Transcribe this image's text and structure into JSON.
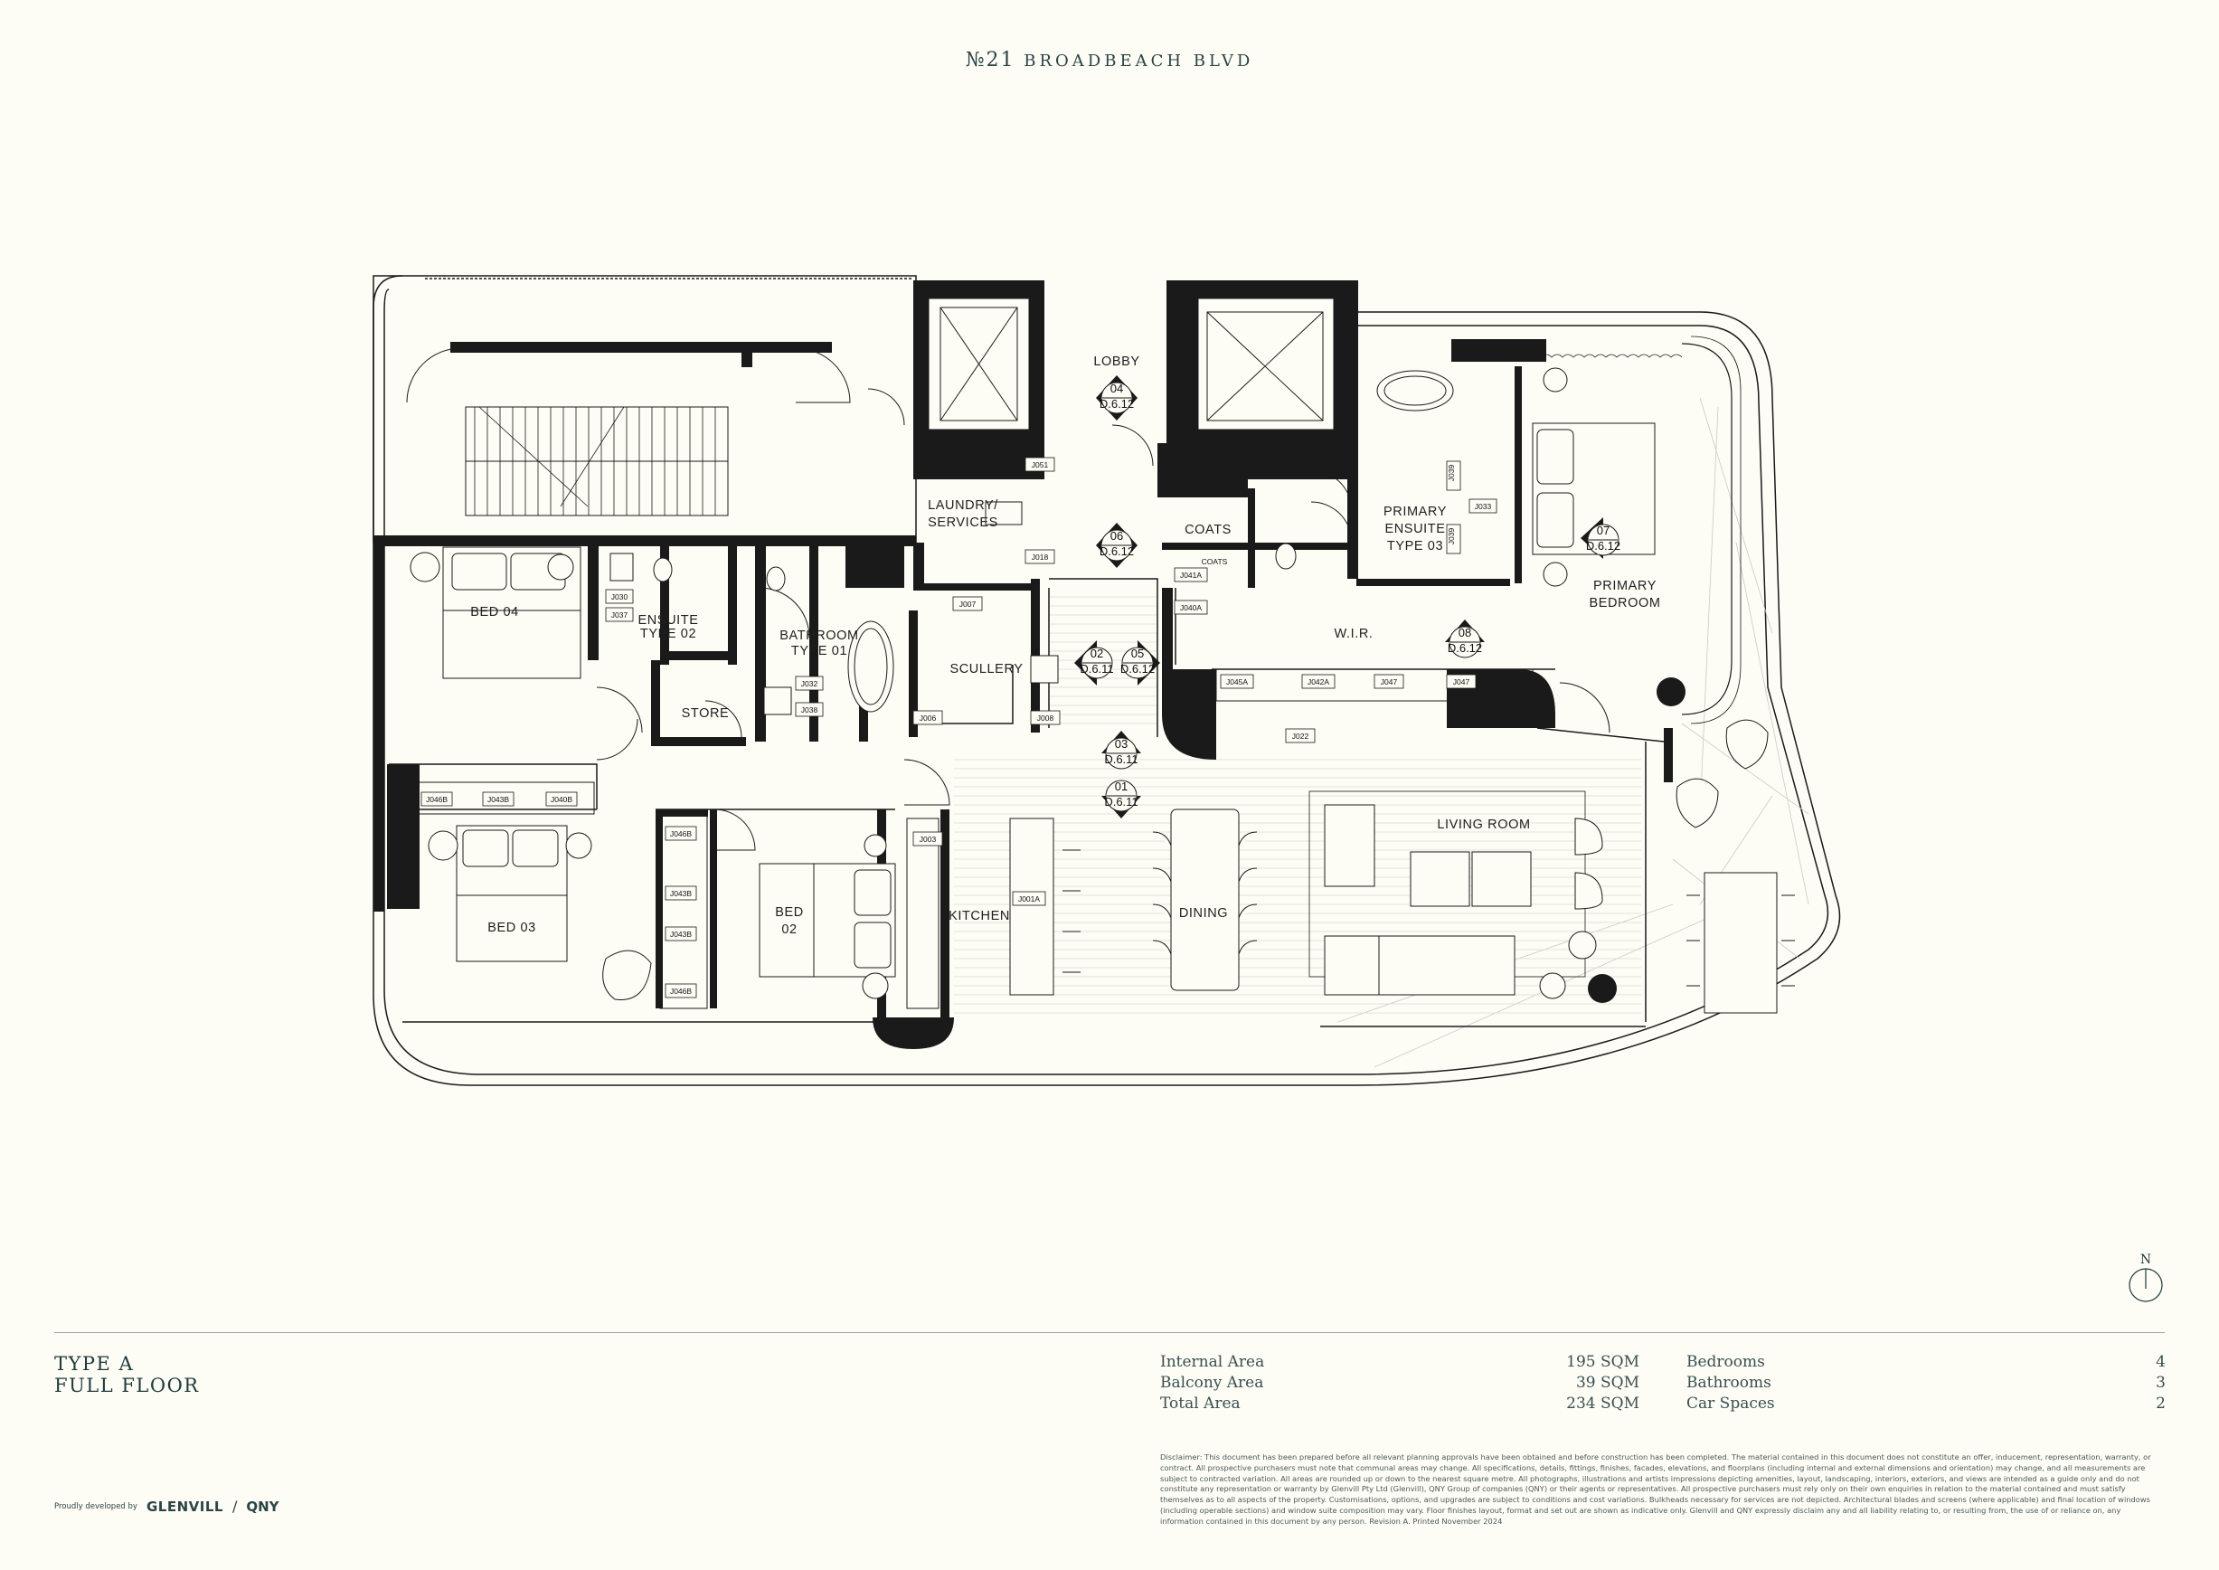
{
  "header": {
    "prefix": "№21",
    "title": "BROADBEACH BLVD"
  },
  "plan": {
    "rooms": {
      "lobby": "LOBBY",
      "laundry_1": "LAUNDRY/",
      "laundry_2": "SERVICES",
      "coats": "COATS",
      "coats_small": "COATS",
      "primary_ensuite_1": "PRIMARY",
      "primary_ensuite_2": "ENSUITE",
      "primary_ensuite_3": "TYPE 03",
      "primary_bedroom_1": "PRIMARY",
      "primary_bedroom_2": "BEDROOM",
      "wir": "W.I.R.",
      "bed04": "BED 04",
      "ensuite2_1": "ENSUITE",
      "ensuite2_2": "TYPE 02",
      "bathroom_1": "BATHROOM",
      "bathroom_2": "TYPE 01",
      "store": "STORE",
      "scullery": "SCULLERY",
      "bed03": "BED 03",
      "bed02_1": "BED",
      "bed02_2": "02",
      "kitchen": "KITCHEN",
      "dining": "DINING",
      "living": "LIVING ROOM"
    },
    "view_refs": {
      "v04_num": "04",
      "v04_sheet": "D.6.12",
      "v06_num": "06",
      "v06_sheet": "D.6.12",
      "v02_num": "02",
      "v02_sheet": "D.6.11",
      "v05_num": "05",
      "v05_sheet": "D.6.12",
      "v03_num": "03",
      "v03_sheet": "D.6.11",
      "v01_num": "01",
      "v01_sheet": "D.6.11",
      "v07_num": "07",
      "v07_sheet": "D.6.12",
      "v08_num": "08",
      "v08_sheet": "D.6.12"
    },
    "tags": {
      "t_j051": "J051",
      "t_j018": "J018",
      "t_j007": "J007",
      "t_j006": "J006",
      "t_j008": "J008",
      "t_j030": "J030",
      "t_j037": "J037",
      "t_j032": "J032",
      "t_j038": "J038",
      "t_j041a": "J041A",
      "t_j040a": "J040A",
      "t_j045a": "J045A",
      "t_j042a": "J042A",
      "t_j047a": "J047",
      "t_j047b": "J047",
      "t_j022": "J022",
      "t_j039a": "J039",
      "t_j033": "J033",
      "t_j039b": "J039",
      "t_j046b_a": "J046B",
      "t_j043b_a": "J043B",
      "t_j040b": "J040B",
      "t_j046b_b": "J046B",
      "t_j043b_b": "J043B",
      "t_j043b_c": "J043B",
      "t_j046b_c": "J046B",
      "t_j003": "J003",
      "t_j001a": "J001A"
    }
  },
  "summary": {
    "type_line1": "TYPE A",
    "type_line2": "FULL FLOOR",
    "areas": [
      {
        "label": "Internal Area",
        "value": "195 SQM"
      },
      {
        "label": "Balcony Area",
        "value": "39 SQM"
      },
      {
        "label": "Total Area",
        "value": "234 SQM"
      }
    ],
    "rooms": [
      {
        "label": "Bedrooms",
        "value": "4"
      },
      {
        "label": "Bathrooms",
        "value": "3"
      },
      {
        "label": "Car Spaces",
        "value": "2"
      }
    ]
  },
  "compass": {
    "label": "N"
  },
  "developer": {
    "prefix": "Proudly developed by",
    "name1": "GLENVILL",
    "separator": "/",
    "name2": "QNY"
  },
  "disclaimer": "Disclaimer: This document has been prepared before all relevant planning approvals have been obtained and before construction has been completed. The material contained in this document does not constitute an offer, inducement, representation, warranty, or contract. All prospective purchasers must note that communal areas may change. All specifications, details, fittings, finishes, facades, elevations, and floorplans (including internal and external dimensions and orientation) may change, and all measurements are subject to contracted variation. All areas are rounded up or down to the nearest square metre. All photographs, illustrations and artists impressions depicting amenities, layout, landscaping, interiors, exteriors, and views are intended as a guide only and do not constitute any representation or warranty by Glenvill Pty Ltd (Glenvill), QNY Group of companies (QNY) or their agents or representatives. All prospective purchasers must rely only on their own enquiries in relation to the material contained and must satisfy themselves as to all aspects of the property. Customisations, options, and upgrades are subject to conditions and cost variations. Bulkheads necessary for services are not depicted. Architectural blades and screens (where applicable) and final location of windows (including operable sections) and window suite composition may vary. Floor finishes layout, format and set out are shown as indicative only. Glenvill and QNY expressly disclaim any and all liability relating to, or resulting from, the use of or reliance on, any information contained in this document by any person. Revision A. Printed November 2024"
}
